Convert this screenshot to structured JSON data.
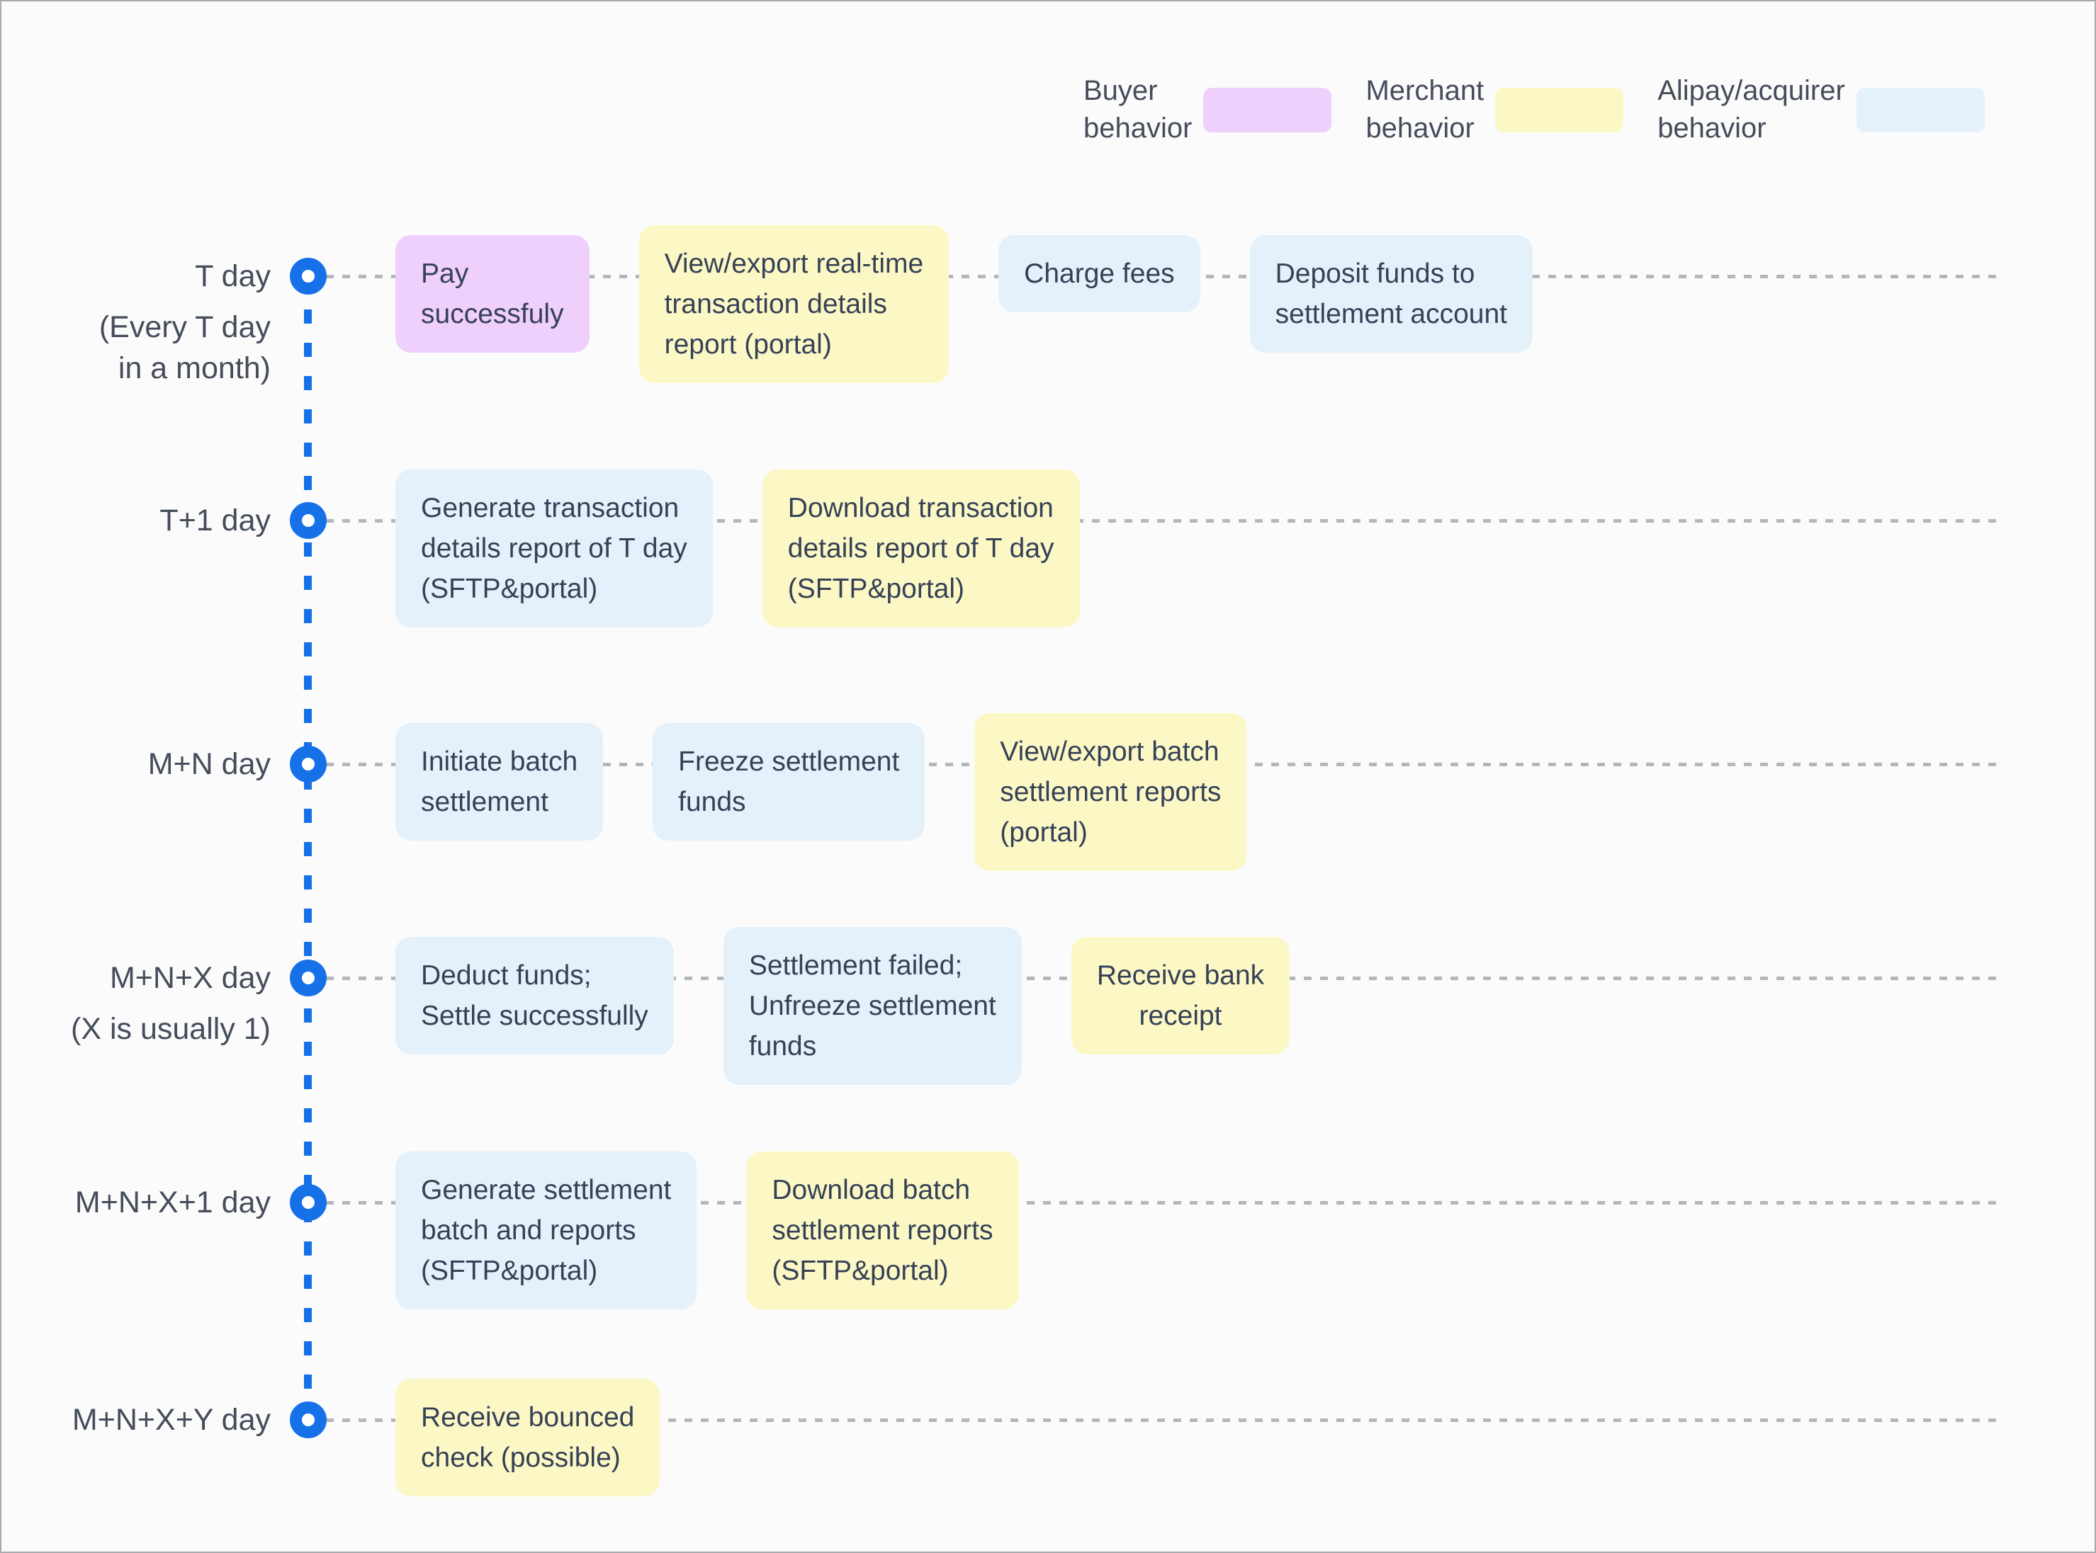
{
  "legend": {
    "items": [
      {
        "id": "buyer",
        "label_lines": [
          "Buyer",
          "behavior"
        ],
        "swatch_color": "#efcffb"
      },
      {
        "id": "merchant",
        "label_lines": [
          "Merchant",
          "behavior"
        ],
        "swatch_color": "#fbf8c6"
      },
      {
        "id": "acquirer",
        "label_lines": [
          "Alipay/acquirer",
          "behavior"
        ],
        "swatch_color": "#e4f1fb"
      }
    ]
  },
  "timeline": {
    "rows": [
      {
        "id": "t-day",
        "label": "T day",
        "caption_lines": [
          "(Every T day",
          "in a month)"
        ],
        "boxes": [
          {
            "type": "buyer",
            "lines": [
              "Pay",
              "successfuly"
            ]
          },
          {
            "type": "merchant",
            "lines": [
              "View/export real-time",
              "transaction details",
              "report (portal)"
            ]
          },
          {
            "type": "acquirer",
            "lines": [
              "Charge fees"
            ]
          },
          {
            "type": "acquirer",
            "lines": [
              "Deposit funds to",
              "settlement account"
            ]
          }
        ]
      },
      {
        "id": "t-plus-1-day",
        "label": "T+1 day",
        "caption_lines": [],
        "boxes": [
          {
            "type": "acquirer",
            "lines": [
              "Generate transaction",
              "details report of T day",
              "(SFTP&portal)"
            ]
          },
          {
            "type": "merchant",
            "lines": [
              "Download transaction",
              "details report of T day",
              "(SFTP&portal)"
            ]
          }
        ]
      },
      {
        "id": "m-plus-n-day",
        "label": "M+N day",
        "caption_lines": [],
        "boxes": [
          {
            "type": "acquirer",
            "lines": [
              "Initiate batch",
              "settlement"
            ]
          },
          {
            "type": "acquirer",
            "lines": [
              "Freeze settlement",
              "funds"
            ]
          },
          {
            "type": "merchant",
            "lines": [
              "View/export batch",
              "settlement reports",
              "(portal)"
            ]
          }
        ]
      },
      {
        "id": "m-plus-n-plus-x-day",
        "label": "M+N+X day",
        "caption_lines": [
          "(X is usually 1)"
        ],
        "boxes": [
          {
            "type": "acquirer",
            "lines": [
              "Deduct funds;",
              "Settle successfully"
            ]
          },
          {
            "type": "acquirer",
            "lines": [
              "Settlement failed;",
              "Unfreeze settlement",
              "funds"
            ]
          },
          {
            "type": "merchant",
            "align": "center",
            "lines": [
              "Receive bank",
              "receipt"
            ]
          }
        ]
      },
      {
        "id": "m-plus-n-plus-x-plus-1-day",
        "label": "M+N+X+1 day",
        "caption_lines": [],
        "boxes": [
          {
            "type": "acquirer",
            "lines": [
              "Generate settlement",
              "batch and reports",
              "(SFTP&portal)"
            ]
          },
          {
            "type": "merchant",
            "lines": [
              "Download batch",
              "settlement reports",
              "(SFTP&portal)"
            ]
          }
        ]
      },
      {
        "id": "m-plus-n-plus-x-plus-y-day",
        "label": "M+N+X+Y day",
        "caption_lines": [],
        "boxes": [
          {
            "type": "merchant",
            "lines": [
              "Receive bounced",
              "check (possible)"
            ]
          }
        ]
      }
    ]
  },
  "colors": {
    "buyer": "#efcffb",
    "merchant": "#fbf8c6",
    "acquirer": "#e4f1fb",
    "accent_blue": "#1671e8",
    "dotted_line_gray": "#b4b7ba",
    "box_text": "#364156",
    "label_text": "#454c5a",
    "background": "#fbfbfc",
    "border": "#a8abae"
  }
}
